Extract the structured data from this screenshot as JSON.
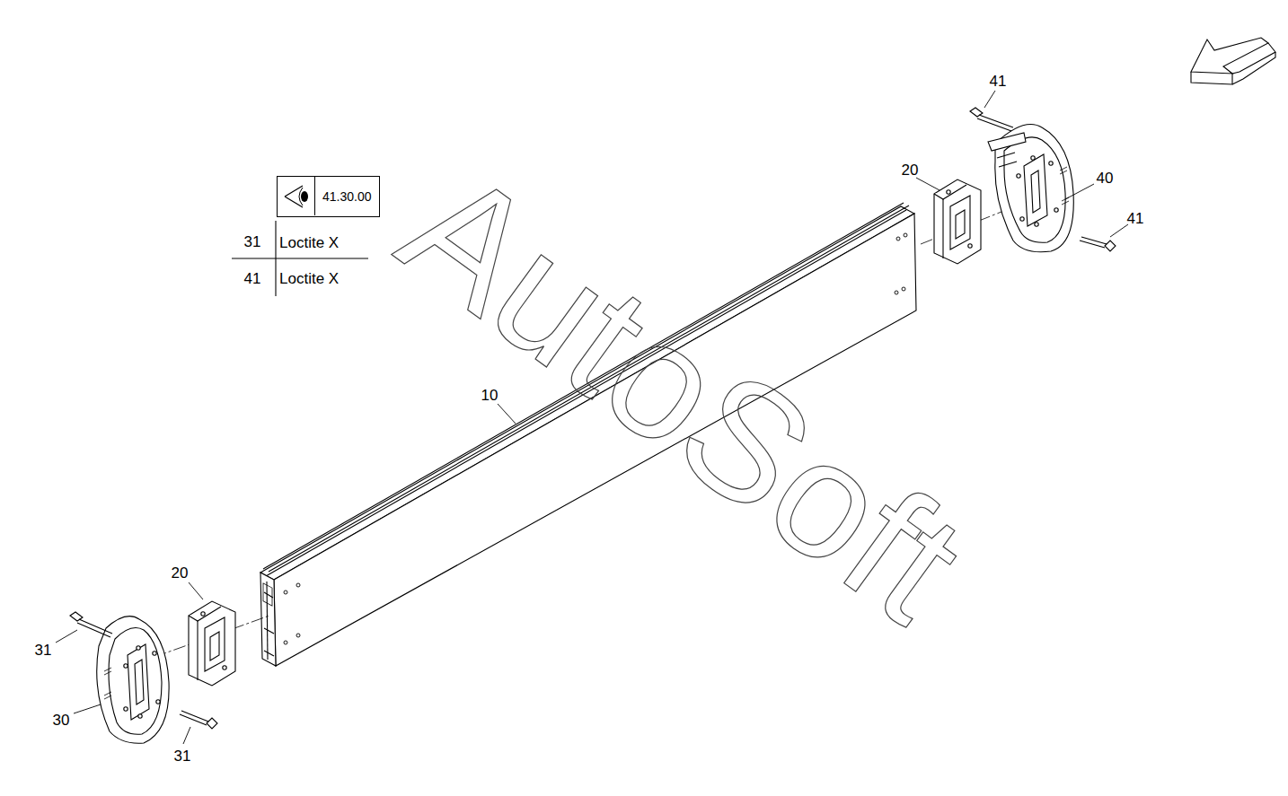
{
  "diagram": {
    "nodes": [
      {
        "text": [
          "41.30.00"
        ]
      }
    ],
    "labels": [
      "41",
      "20",
      "40",
      "41",
      "10",
      "20",
      "31",
      "30",
      "31",
      "31",
      "Loctite X",
      "41",
      "Loctite X",
      "AutoSoft"
    ]
  }
}
